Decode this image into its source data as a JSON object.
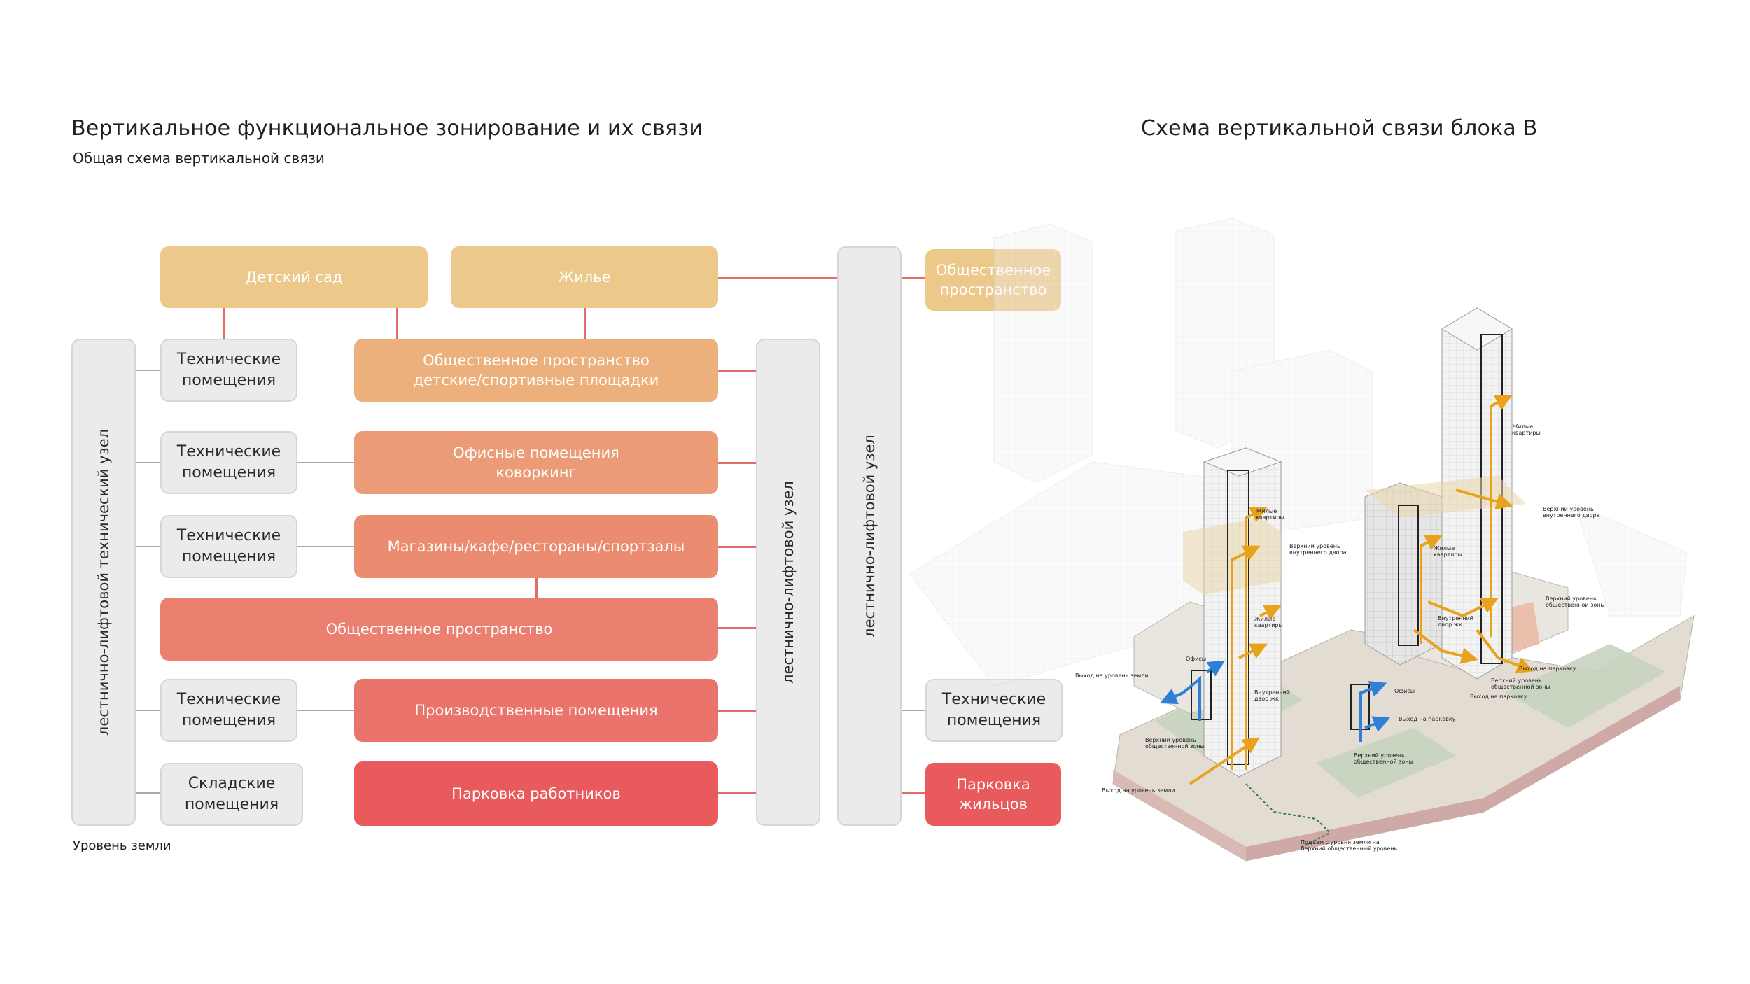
{
  "left": {
    "title": "Вертикальное функциональное зонирование и их связи",
    "subtitle": "Общая схема вертикальной связи",
    "ground_label": "Уровень земли",
    "cores": {
      "tech_core": "лестнично-лифтовой технический узел",
      "core_1": "лестнично-лифтовой узел",
      "core_2": "лестнично-лифтовой узел"
    },
    "zones": {
      "kindergarten": "Детский сад",
      "housing": "Жилье",
      "public_space_children": "Общественное пространство\nдетские/спортивные площадки",
      "offices": "Офисные помещения\nковоркинг",
      "shops": "Магазины/кафе/рестораны/спортзалы",
      "public_space": "Общественное пространство",
      "production": "Производственные помещения",
      "staff_parking": "Парковка работников",
      "public_space_right": "Общественное\nпространство",
      "resident_parking": "Парковка\nжильцов"
    },
    "service": {
      "tech_1": "Технические\nпомещения",
      "tech_2": "Технические\nпомещения",
      "tech_3": "Технические\nпомещения",
      "tech_4": "Технические\nпомещения",
      "storage": "Складские\nпомещения",
      "tech_right": "Технические\nпомещения"
    },
    "colors": {
      "yellow": "#ecc98a",
      "orange_light": "#ebb07c",
      "orange": "#eb9c76",
      "salmon": "#eb8c70",
      "coral": "#eb8070",
      "red_light": "#ea736c",
      "red": "#e95a5c",
      "connector": "#e36c66",
      "gray_box": "#ebebeb"
    }
  },
  "right": {
    "title": "Схема вертикальной связи блока В",
    "labels": {
      "residential_1": "Жилые\nквартиры",
      "upper_courtyard_1": "Верхний уровень\nвнутреннего двора",
      "residential_2": "Жилые\nквартиры",
      "offices_1": "Офисы",
      "exit_ground_1": "Выход на уровень земли",
      "inner_courtyard_1": "Внутренний\nдвор жк",
      "upper_public_1": "Верхний уровень\nобщественной зоны",
      "exit_ground_2": "Выход на уровень земли",
      "residential_3": "Жилые\nквартиры",
      "upper_courtyard_2": "Верхний уровень\nвнутреннего двора",
      "residential_4": "Жилые\nквартиры",
      "upper_public_2": "Верхний уровень\nобщественной зоны",
      "inner_courtyard_2": "Внутренний\nдвор жк",
      "exit_parking_1": "Выход на парковку",
      "upper_public_3": "Верхний уровень\nобщественной зоны",
      "exit_parking_2": "Выход на парковку",
      "offices_2": "Офисы",
      "exit_parking_3": "Выход на парковку",
      "upper_public_4": "Верхний уровень\nобщественной зоны",
      "rise_note": "Подъем с уровня земли на\nВерхний общественный уровень"
    },
    "arrow_colors": {
      "residential": "#e9a21c",
      "offices": "#2f7fd6",
      "path": "#2e7d3a"
    }
  }
}
